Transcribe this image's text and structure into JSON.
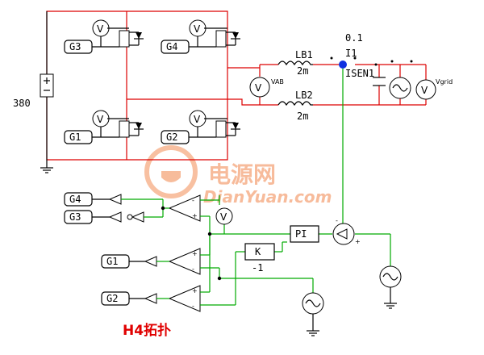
{
  "title": "H4拓扑",
  "watermark": {
    "cn": "电源网",
    "en": "DianYuan.com"
  },
  "dc_source": {
    "voltage": "380",
    "sign": "+"
  },
  "gates": [
    "G3",
    "G4",
    "G1",
    "G2"
  ],
  "gate_drivers": [
    "G4",
    "G3",
    "G1",
    "G2"
  ],
  "meters": {
    "v": "V",
    "vab": "VAB",
    "vgrid": "Vgrid"
  },
  "inductors": [
    {
      "name": "LB1",
      "value": "2m"
    },
    {
      "name": "LB2",
      "value": "2m"
    }
  ],
  "sensor": {
    "gain": "0.1",
    "name": "I1",
    "label": "ISEN1"
  },
  "controller": {
    "pi": "PI",
    "k": "K",
    "k_value": "-1"
  },
  "signs": {
    "plus": "+",
    "minus": "-"
  }
}
